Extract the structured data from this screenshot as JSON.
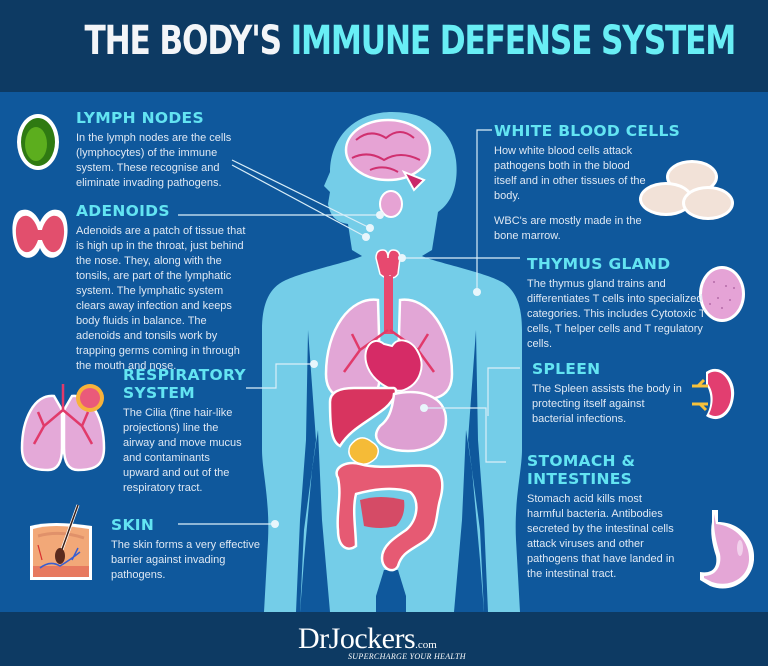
{
  "header": {
    "title_white": "THE BODY'S",
    "title_cyan": "IMMUNE DEFENSE SYSTEM"
  },
  "colors": {
    "header_bg": "#0d3a63",
    "main_bg": "#0f589c",
    "body_silhouette": "#74cde8",
    "heading_cyan": "#63e4f2",
    "organ_pink": "#e2a6d6",
    "organ_red": "#e13a6a"
  },
  "sections": {
    "lymph_nodes": {
      "icon": "lymph-node-icon",
      "title": "LYMPH NODES",
      "body": "In the lymph nodes are the cells (lymphocytes) of the immune system. These recognise and eliminate invading pathogens."
    },
    "adenoids": {
      "icon": "adenoids-icon",
      "title": "ADENOIDS",
      "body": "Adenoids are a patch of tissue that is high up in the throat, just behind the nose. They, along with the tonsils, are part of the lymphatic system. The lymphatic system clears away infection and keeps body fluids in balance. The adenoids and tonsils work by trapping germs coming in through the mouth and nose."
    },
    "respiratory": {
      "icon": "lungs-icon",
      "title_line1": "RESPIRATORY",
      "title_line2": "SYSTEM",
      "body": "The Cilia (fine hair-like projections) line the airway and move mucus and contaminants upward and out of the respiratory tract."
    },
    "skin": {
      "icon": "skin-layer-icon",
      "title": "SKIN",
      "body": "The skin forms a very effective barrier against invading pathogens."
    },
    "white_blood_cells": {
      "icon": "white-blood-cells-icon",
      "title": "WHITE BLOOD CELLS",
      "body": "How white blood cells attack pathogens both in the blood itself and in other tissues of the body.",
      "body2": "WBC's are mostly made in the bone marrow."
    },
    "thymus": {
      "icon": "thymus-cell-icon",
      "title": "THYMUS GLAND",
      "body": "The thymus gland trains and differentiates T cells into specialized categories. This includes Cytotoxic T cells, T helper cells and T regulatory cells."
    },
    "spleen": {
      "icon": "spleen-icon",
      "title": "SPLEEN",
      "body": "The Spleen assists the body in protecting itself against bacterial infections."
    },
    "stomach": {
      "icon": "stomach-icon",
      "title_line1": "STOMACH &",
      "title_line2": "INTESTINES",
      "body": "Stomach acid kills most harmful bacteria. Antibodies secreted by the intestinal cells attack viruses and other pathogens that have landed in the intestinal tract."
    }
  },
  "footer": {
    "logo_main": "DrJockers",
    "logo_domain": ".com",
    "tagline": "SUPERCHARGE YOUR HEALTH"
  }
}
